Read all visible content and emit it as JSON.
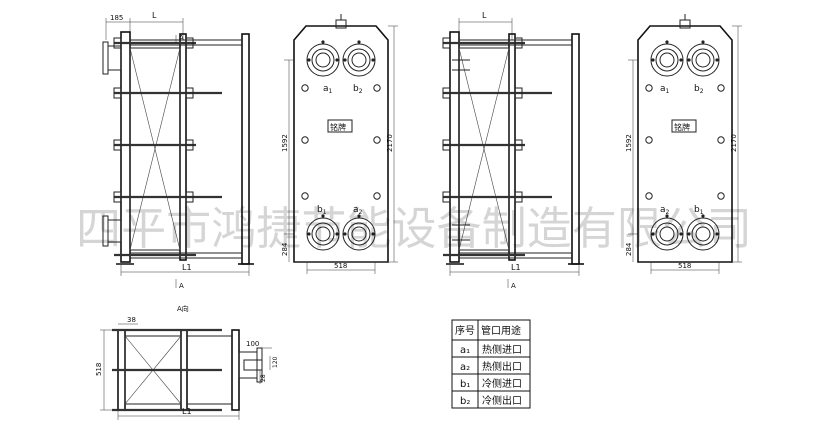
{
  "labels": {
    "dim_185": "185",
    "dim_L": "L",
    "dim_L1": "L1",
    "dim_1592": "1592",
    "dim_2170": "2170",
    "dim_284": "284",
    "dim_518": "518",
    "dim_38": "38",
    "dim_518_plan": "518",
    "dim_100": "100",
    "dim_120": "120",
    "dim_28": "28",
    "section_mark": "A",
    "section_view": "A向",
    "nameplate": "铭牌",
    "port_a1": "a",
    "port_a1_sub": "1",
    "port_a2": "a",
    "port_a2_sub": "2",
    "port_b1": "b",
    "port_b1_sub": "1",
    "port_b2": "b",
    "port_b2_sub": "2"
  },
  "watermark": "四平市鸿捷节能设备制造有限公司",
  "port_table": {
    "headers": [
      "序号",
      "管口用途"
    ],
    "rows": [
      [
        "a₁",
        "热侧进口"
      ],
      [
        "a₂",
        "热侧出口"
      ],
      [
        "b₁",
        "冷侧进口"
      ],
      [
        "b₂",
        "冷侧出口"
      ]
    ]
  }
}
